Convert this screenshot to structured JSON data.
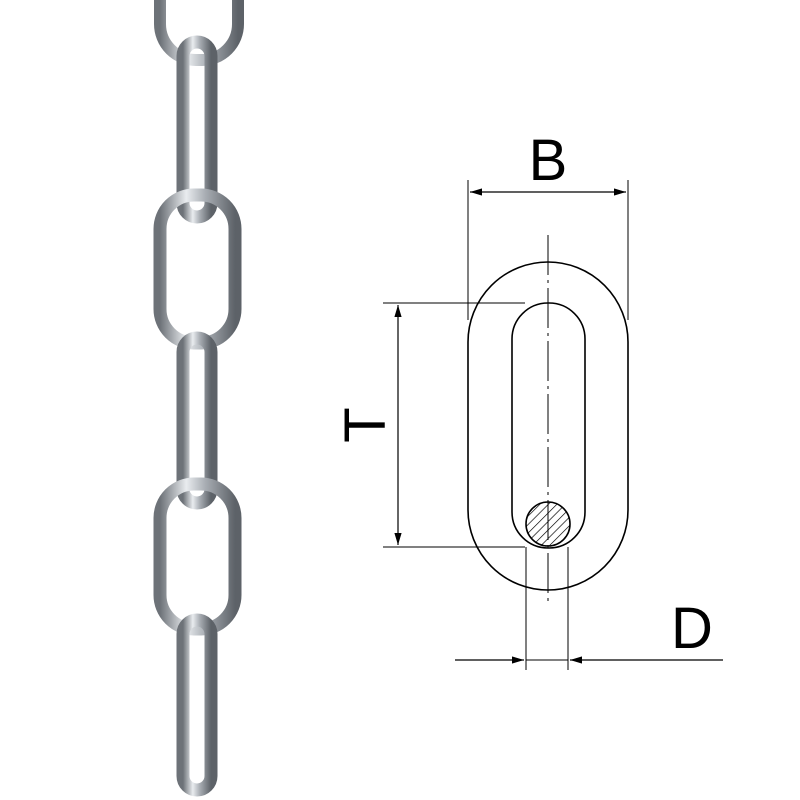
{
  "diagram": {
    "labels": {
      "width": "B",
      "inner_length": "T",
      "wire_diameter": "D"
    },
    "colors": {
      "line": "#000000",
      "chain_steel": "#b8bcc2"
    }
  }
}
